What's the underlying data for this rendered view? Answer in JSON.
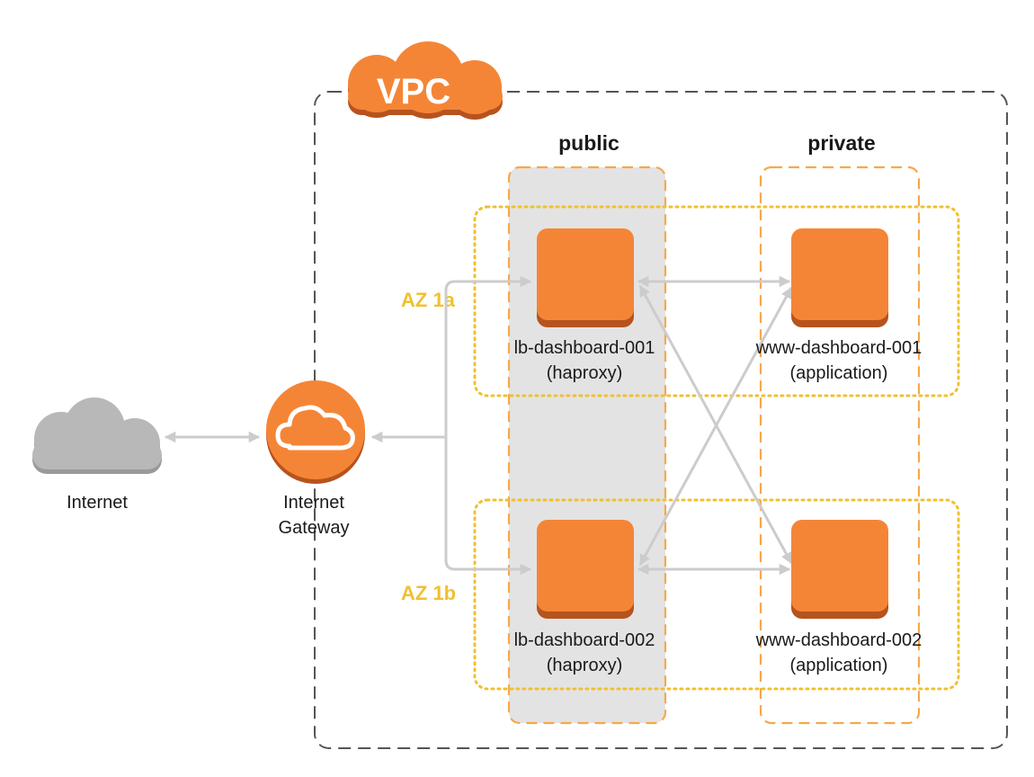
{
  "colors": {
    "aws_orange": "#F58536",
    "aws_orange_dark": "#B6531E",
    "az_gold": "#F0C030",
    "subnet_dash": "#F7A84B",
    "public_fill": "#E3E3E3",
    "arrow": "#CCCCCC",
    "internet_cloud": "#B8B8B8"
  },
  "vpc": {
    "label": "VPC"
  },
  "subnets": {
    "public_label": "public",
    "private_label": "private"
  },
  "zones": {
    "az1_label": "AZ 1a",
    "az2_label": "AZ 1b"
  },
  "internet": {
    "label": "Internet",
    "icon": "cloud-icon"
  },
  "gateway": {
    "label_line1": "Internet",
    "label_line2": "Gateway",
    "icon": "internet-gateway-icon"
  },
  "instances": {
    "lb1": {
      "name": "lb-dashboard-001",
      "role": "(haproxy)"
    },
    "lb2": {
      "name": "lb-dashboard-002",
      "role": "(haproxy)"
    },
    "www1": {
      "name": "www-dashboard-001",
      "role": "(application)"
    },
    "www2": {
      "name": "www-dashboard-002",
      "role": "(application)"
    }
  }
}
